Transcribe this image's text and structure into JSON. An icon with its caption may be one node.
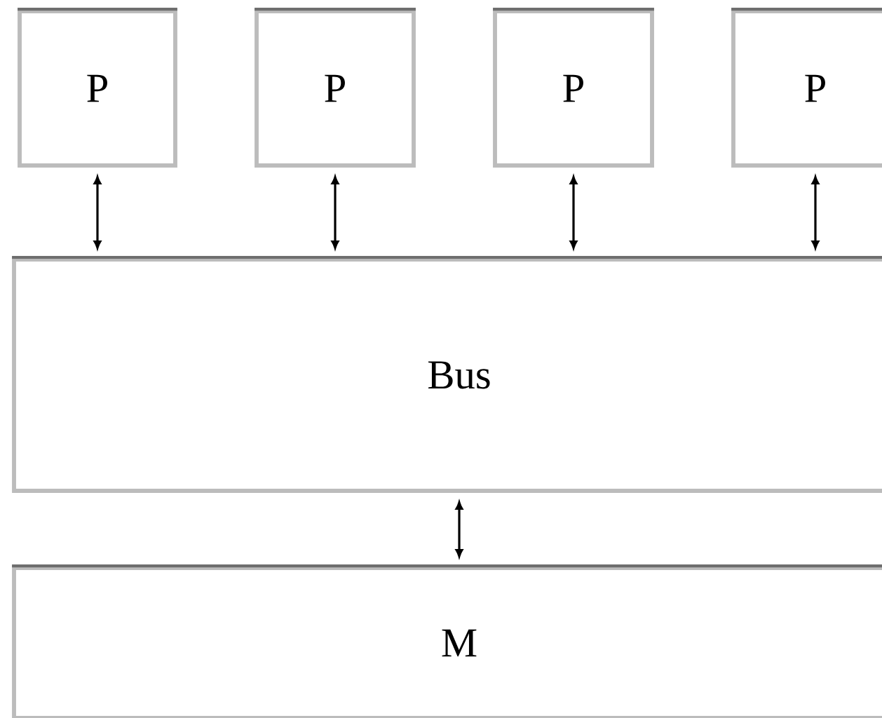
{
  "diagram": {
    "nodes": [
      {
        "text": [
          "P"
        ]
      },
      {
        "text": [
          "P"
        ]
      },
      {
        "text": [
          "P"
        ]
      },
      {
        "text": [
          "P"
        ]
      },
      {
        "text": [
          "Bus"
        ]
      },
      {
        "text": [
          "M"
        ]
      }
    ],
    "edges": [
      {
        "from": 0,
        "to": 4,
        "arrow": "both"
      },
      {
        "from": 1,
        "to": 4,
        "arrow": "both"
      },
      {
        "from": 2,
        "to": 4,
        "arrow": "both"
      },
      {
        "from": 3,
        "to": 4,
        "arrow": "both"
      },
      {
        "from": 4,
        "to": 5,
        "arrow": "both"
      }
    ]
  }
}
